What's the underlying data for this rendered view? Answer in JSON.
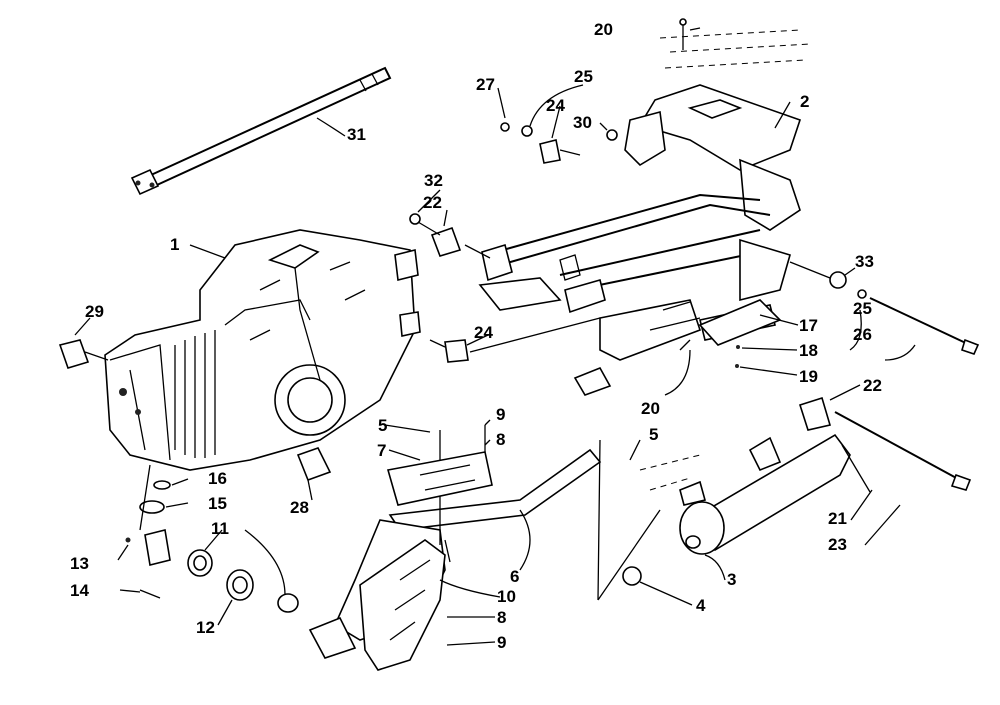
{
  "callouts": [
    {
      "id": "c1",
      "text": "1"
    },
    {
      "id": "c2",
      "text": "2"
    },
    {
      "id": "c3",
      "text": "3"
    },
    {
      "id": "c4",
      "text": "4"
    },
    {
      "id": "c5a",
      "text": "5"
    },
    {
      "id": "c5b",
      "text": "5"
    },
    {
      "id": "c6",
      "text": "6"
    },
    {
      "id": "c7",
      "text": "7"
    },
    {
      "id": "c8a",
      "text": "8"
    },
    {
      "id": "c8b",
      "text": "8"
    },
    {
      "id": "c9a",
      "text": "9"
    },
    {
      "id": "c9b",
      "text": "9"
    },
    {
      "id": "c10",
      "text": "10"
    },
    {
      "id": "c11",
      "text": "11"
    },
    {
      "id": "c12",
      "text": "12"
    },
    {
      "id": "c13",
      "text": "13"
    },
    {
      "id": "c14",
      "text": "14"
    },
    {
      "id": "c15",
      "text": "15"
    },
    {
      "id": "c16",
      "text": "16"
    },
    {
      "id": "c17",
      "text": "17"
    },
    {
      "id": "c18",
      "text": "18"
    },
    {
      "id": "c19",
      "text": "19"
    },
    {
      "id": "c20a",
      "text": "20"
    },
    {
      "id": "c20b",
      "text": "20"
    },
    {
      "id": "c21",
      "text": "21"
    },
    {
      "id": "c22a",
      "text": "22"
    },
    {
      "id": "c22b",
      "text": "22"
    },
    {
      "id": "c23",
      "text": "23"
    },
    {
      "id": "c24a",
      "text": "24"
    },
    {
      "id": "c24b",
      "text": "24"
    },
    {
      "id": "c25a",
      "text": "25"
    },
    {
      "id": "c25b",
      "text": "25"
    },
    {
      "id": "c26",
      "text": "26"
    },
    {
      "id": "c27",
      "text": "27"
    },
    {
      "id": "c28",
      "text": "28"
    },
    {
      "id": "c29",
      "text": "29"
    },
    {
      "id": "c30",
      "text": "30"
    },
    {
      "id": "c31",
      "text": "31"
    },
    {
      "id": "c32",
      "text": "32"
    },
    {
      "id": "c33",
      "text": "33"
    }
  ]
}
